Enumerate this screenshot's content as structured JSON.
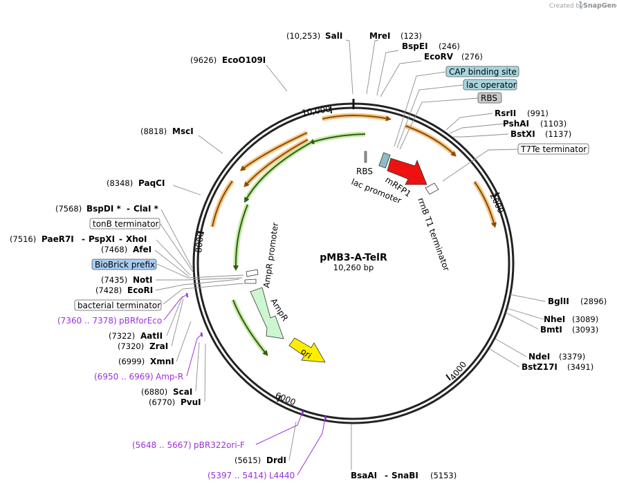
{
  "credit": {
    "prefix": "Created by",
    "brand": "SnapGene"
  },
  "plasmid": {
    "name": "pMB3-A-TelR",
    "size_label": "10,260 bp",
    "length": 10260
  },
  "ticks": [
    "2000",
    "4000",
    "6000",
    "8000",
    "10,000"
  ],
  "features": [
    {
      "name": "mRFP1",
      "color": "#ee1111"
    },
    {
      "name": "AmpR",
      "color": "#ccf6d0"
    },
    {
      "name": "ori",
      "color": "#ffee00"
    },
    {
      "name": "lac promoter"
    },
    {
      "name": "RBS"
    },
    {
      "name": "rrnB T1 terminator"
    },
    {
      "name": "AmpR promoter"
    }
  ],
  "boxed_labels": [
    {
      "text": "CAP binding site",
      "fill": "#a8d6e0"
    },
    {
      "text": "lac operator",
      "fill": "#a8d6e0"
    },
    {
      "text": "RBS",
      "fill": "#c9c9c9"
    },
    {
      "text": "T7Te terminator",
      "fill": "#ffffff"
    },
    {
      "text": "tonB terminator",
      "fill": "#ffffff"
    },
    {
      "text": "BioBrick prefix",
      "fill": "#a9cdf4"
    },
    {
      "text": "bacterial terminator",
      "fill": "#ffffff"
    }
  ],
  "sites": [
    {
      "pos": "(10,253)",
      "name": "SalI"
    },
    {
      "name": "MreI",
      "pos": "(123)"
    },
    {
      "name": "BspEI",
      "pos": "(246)"
    },
    {
      "name": "EcoRV",
      "pos": "(276)"
    },
    {
      "pos": "(9626)",
      "name": "EcoO109I"
    },
    {
      "name": "RsrII",
      "pos": "(991)"
    },
    {
      "name": "PshAI",
      "pos": "(1103)"
    },
    {
      "name": "BstXI",
      "pos": "(1137)"
    },
    {
      "pos": "(8818)",
      "name": "MscI"
    },
    {
      "pos": "(8348)",
      "name": "PaqCI"
    },
    {
      "pos": "(7568)",
      "name": "BspDI *",
      "name2": "ClaI *"
    },
    {
      "pos": "(7516)",
      "name": "PaeR7I",
      "name2": "PspXI",
      "name3": "XhoI"
    },
    {
      "pos": "(7468)",
      "name": "AfeI"
    },
    {
      "pos": "(7435)",
      "name": "NotI"
    },
    {
      "pos": "(7428)",
      "name": "EcoRI"
    },
    {
      "pos": "(7322)",
      "name": "AatII"
    },
    {
      "pos": "(7320)",
      "name": "ZraI"
    },
    {
      "pos": "(6999)",
      "name": "XmnI"
    },
    {
      "pos": "(6880)",
      "name": "ScaI"
    },
    {
      "pos": "(6770)",
      "name": "PvuI"
    },
    {
      "pos": "(5615)",
      "name": "DrdI"
    },
    {
      "name": "BglII",
      "pos": "(2896)"
    },
    {
      "name": "NheI",
      "pos": "(3089)"
    },
    {
      "name": "BmtI",
      "pos": "(3093)"
    },
    {
      "name": "NdeI",
      "pos": "(3379)"
    },
    {
      "name": "BstZ17I",
      "pos": "(3491)"
    },
    {
      "name": "BsaAI",
      "name2": "SnaBI",
      "pos": "(5153)"
    }
  ],
  "primers": [
    {
      "range": "(7360 .. 7378)",
      "name": "pBRforEco"
    },
    {
      "range": "(6950 .. 6969)",
      "name": "Amp-R"
    },
    {
      "range": "(5648 .. 5667)",
      "name": "pBR322ori-F"
    },
    {
      "range": "(5397 .. 5414)",
      "name": "L4440"
    }
  ],
  "colors": {
    "orf_orange": "#f0a030",
    "orf_green": "#5aa02c",
    "primer_purple": "#9b30d9",
    "backbone": "#222222"
  }
}
